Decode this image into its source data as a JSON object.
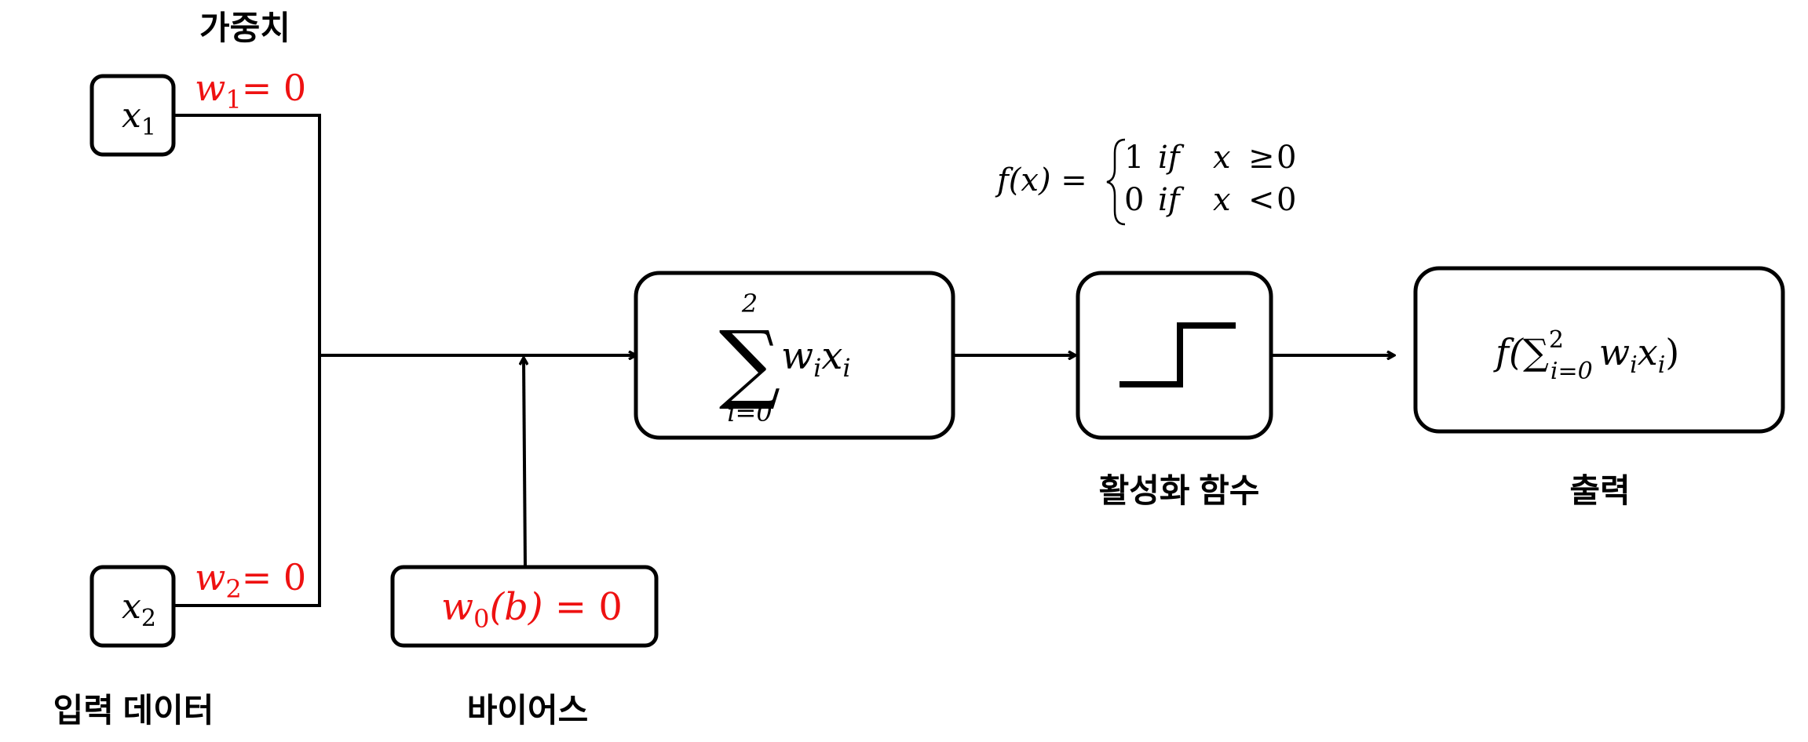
{
  "labels": {
    "weights": "가중치",
    "input_data": "입력 데이터",
    "bias": "바이어스",
    "activation": "활성화 함수",
    "output": "출력"
  },
  "inputs": [
    {
      "var": "x",
      "sub": "1"
    },
    {
      "var": "x",
      "sub": "2"
    }
  ],
  "weights": [
    {
      "var": "w",
      "sub": "1",
      "rhs": "= 0"
    },
    {
      "var": "w",
      "sub": "2",
      "rhs": "= 0"
    }
  ],
  "bias_box": {
    "var": "w",
    "sub": "0",
    "arg": "(b)",
    "rhs": " = 0"
  },
  "sum_box": {
    "sigma": "∑",
    "upper": "2",
    "lower": "i=0",
    "term_w": "w",
    "term_x": "x",
    "index": "i"
  },
  "activation_formula": {
    "lhs": "f(x) =",
    "case1": {
      "val": "1",
      "cond": "if",
      "var": "x",
      "op": "≥",
      "thr": "0"
    },
    "case2": {
      "val": "0",
      "cond": "if",
      "var": "x",
      "op": "<",
      "thr": "0"
    }
  },
  "output_box": {
    "f": "f(",
    "sigma": "∑",
    "upper": "2",
    "lower": "i=0",
    "term_w": "w",
    "term_x": "x",
    "index": "i",
    "close": ")"
  },
  "colors": {
    "weight_text": "#ee1111",
    "stroke": "#000000"
  }
}
